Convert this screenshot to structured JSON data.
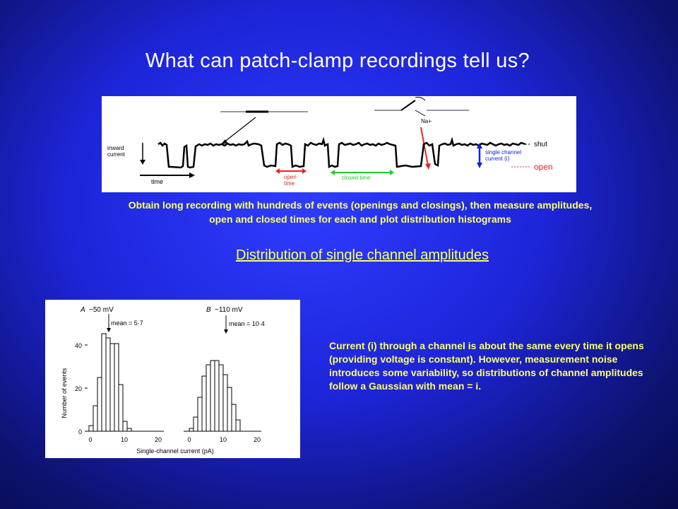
{
  "slide": {
    "title": "What can patch-clamp recordings tell us?",
    "caption_line1": "Obtain long recording with hundreds of events (openings and closings), then measure amplitudes,",
    "caption_line2": "open and closed times for each and plot distribution histograms",
    "subtitle": "Distribution of single channel amplitudes",
    "body_text": "Current (i) through a channel is about the same every time it opens (providing voltage is constant).  However, measurement noise introduces some variability, so distributions of channel amplitudes follow a Gaussian with mean = i."
  },
  "trace": {
    "inward_current": [
      "inward",
      "current"
    ],
    "time_label": "time",
    "open_time": [
      "open",
      "time"
    ],
    "closed_time": "closed time",
    "shut": "shut",
    "single_channel": [
      "single channel",
      "current (i)"
    ],
    "open": "open",
    "na": "Na+"
  },
  "histogram": {
    "panel_a": "A",
    "panel_a_voltage": "−50 mV",
    "panel_a_mean": "mean = 5·7",
    "panel_b": "B",
    "panel_b_voltage": "−110 mV",
    "panel_b_mean": "mean = 10·4",
    "ylabel": "Number of events",
    "xlabel": "Single-channel current (pA)",
    "y_ticks": [
      "0",
      "20",
      "40"
    ],
    "x_ticks_a": [
      "0",
      "10",
      "20"
    ],
    "x_ticks_b": [
      "0",
      "10",
      "20"
    ]
  },
  "colors": {
    "text_yellow": "#ffff66",
    "arrow_red": "#ee2222",
    "arrow_green": "#22cc22",
    "arrow_blue": "#1122dd"
  }
}
